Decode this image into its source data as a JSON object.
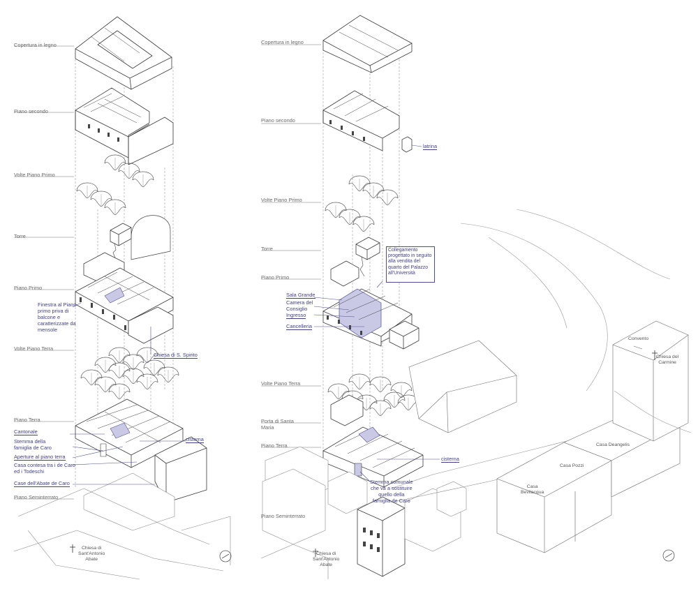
{
  "left_axonometry": {
    "levels": [
      "Copertura in legno",
      "Piano secondo",
      "Volte Piano Primo",
      "Torre",
      "Piano Primo",
      "Volte Piano Terra",
      "Piano Terra",
      "Piano Seminterrato"
    ],
    "annotations": {
      "finestra": "Finestra al Piano\nprimo priva di\nbalcone e\ncaratterizzate da\nmensole",
      "chiesa_spirito": "Chiesa di S. Spirito",
      "cantonale": "Cantonale",
      "stemma": "Stemma della\nfamiglia de Caro",
      "aperture": "Aperture al piano terra",
      "casa_contesa": "Casa contesa tra i de Caro\ned i Todeschi",
      "case_abate": "Case dell'Abate de Caro",
      "cisterna": "cisterna"
    },
    "church": "Chiesa di\nSant'Antonio\nAbate"
  },
  "right_axonometry": {
    "levels": [
      "Copertura in legno",
      "Piano secondo",
      "Volte Piano Primo",
      "Torre",
      "Piano Primo",
      "Volte Piano Terra",
      "Porta di Santa\nMaria",
      "Piano Terra",
      "Piano Seminterrato"
    ],
    "annotations": {
      "latrina": "latrina",
      "collegamento": "Collegamento\nprogettato in seguito\nalla vendita del\nquarto del Palazzo\nall'Università",
      "sala_grande": "Sala Grande",
      "camera": "Camera del\nConsiglio",
      "ingresso": "Ingresso",
      "cancelleria": "Cancelleria",
      "cisterna": "cisterna",
      "stemma_comunale": "Stemma comunale\nche va a sostituire\nquello della\nfamiglia de Caro"
    },
    "church": "Chiesa di\nSant'Antonio\nAbate",
    "context": {
      "convento": "Convento",
      "chiesa_carmine": "Chiesa del\nCarmine",
      "casa_deangelis": "Casa Deangelis",
      "casa_pozzi": "Casa Pozzi",
      "casa_bevilacqua": "Casa\nBevilacqua"
    }
  },
  "colors": {
    "line": "#4a4a4a",
    "accent": "#4d4d95",
    "fill": "#c9c9e6",
    "guide": "#9a9a9a"
  }
}
